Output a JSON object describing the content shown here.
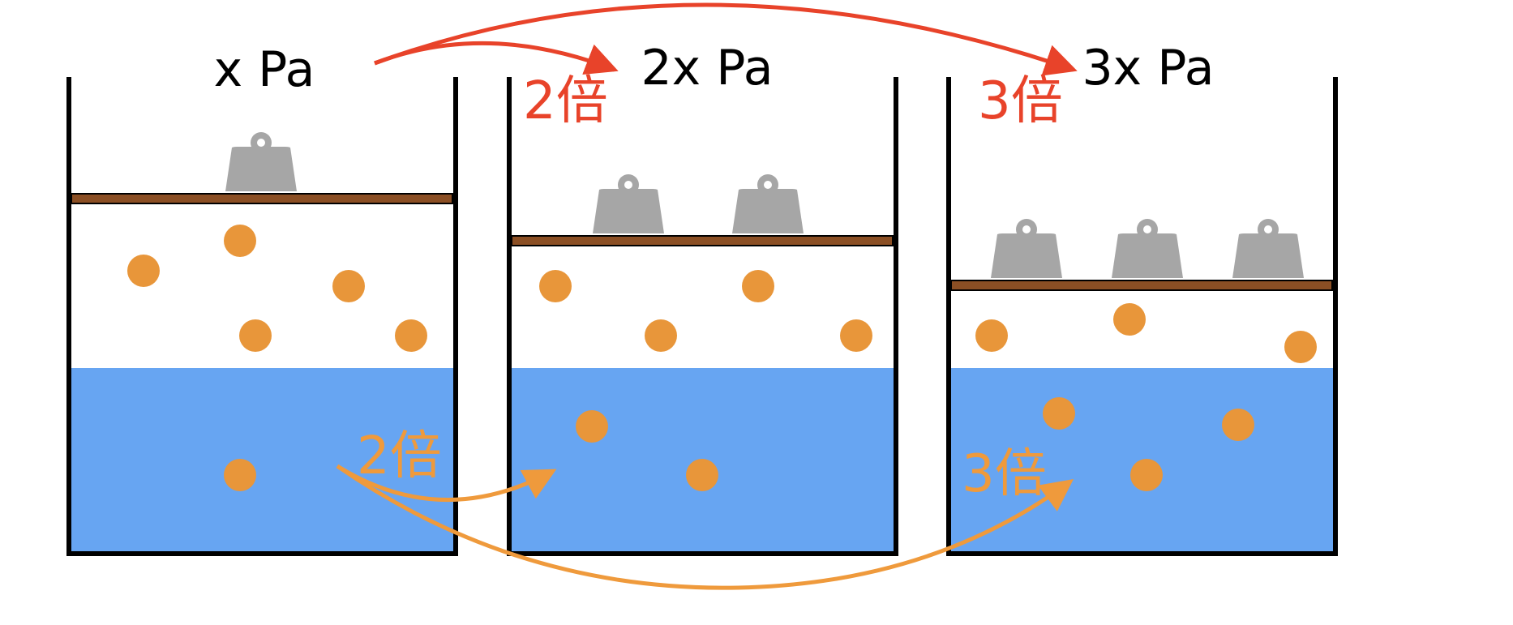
{
  "containers": [
    {
      "pressure_label": "x Pa",
      "weights": 1,
      "gas_particles": 5,
      "liquid_particles": 1
    },
    {
      "pressure_label": "2x Pa",
      "weights": 2,
      "gas_particles": 4,
      "liquid_particles": 2
    },
    {
      "pressure_label": "3x Pa",
      "weights": 3,
      "gas_particles": 3,
      "liquid_particles": 3
    }
  ],
  "arrows": {
    "pressure_2": "2倍",
    "pressure_3": "3倍",
    "dissolved_2": "2倍",
    "dissolved_3": "3倍"
  },
  "colors": {
    "wall": "#000000",
    "piston": "#8b4f24",
    "weight": "#a6a6a6",
    "particle": "#e8963a",
    "liquid": "#67a5f2",
    "pressure_arrow": "#e8432a",
    "dissolved_arrow": "#ef9a3c"
  }
}
